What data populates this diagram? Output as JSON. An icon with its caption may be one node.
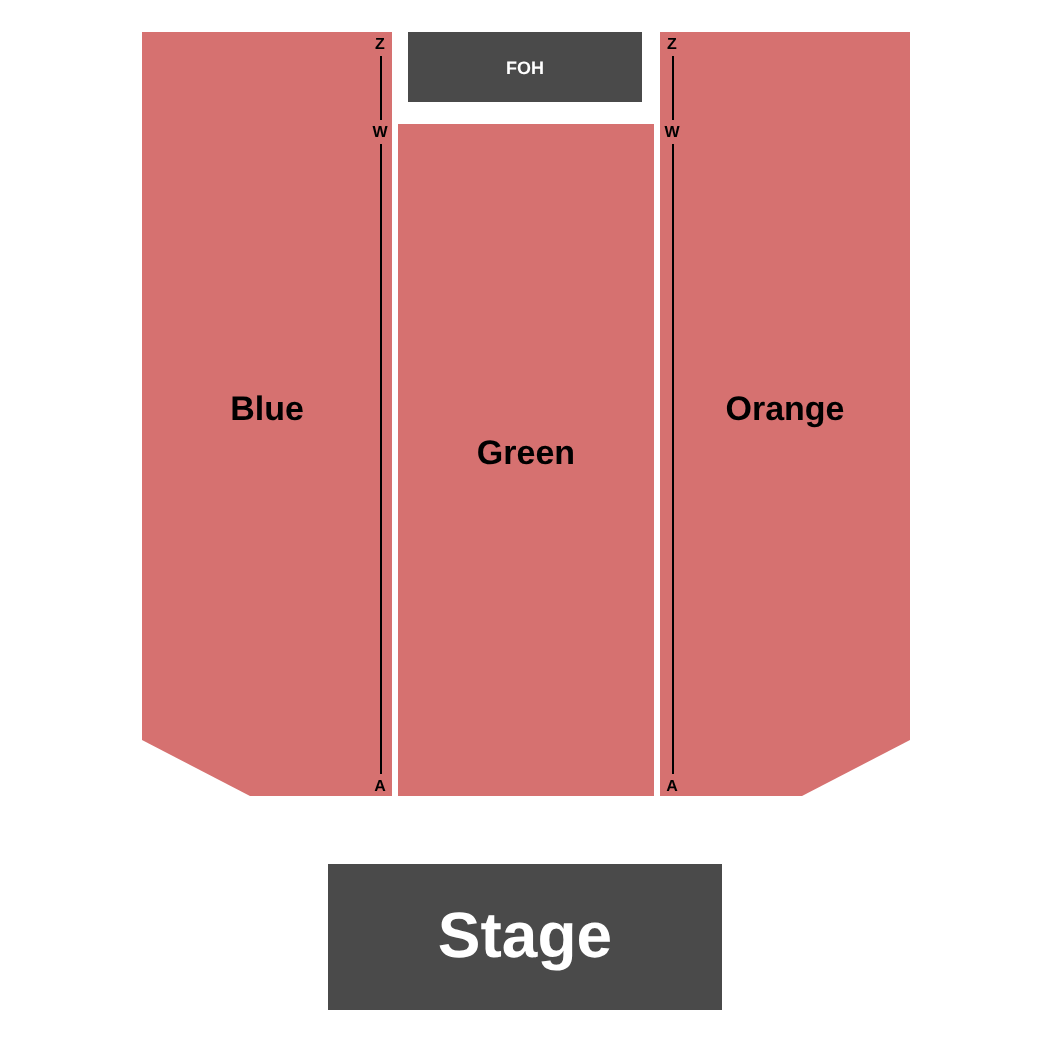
{
  "diagram": {
    "nodes": [
      {
        "text": [
          "Blue"
        ]
      },
      {
        "text": [
          "FOH"
        ]
      },
      {
        "text": [
          "Green"
        ]
      },
      {
        "text": [
          "Orange"
        ]
      },
      {
        "text": [
          "Stage"
        ]
      }
    ],
    "labels": [
      "Z",
      "Z",
      "W",
      "W",
      "A",
      "A"
    ]
  }
}
